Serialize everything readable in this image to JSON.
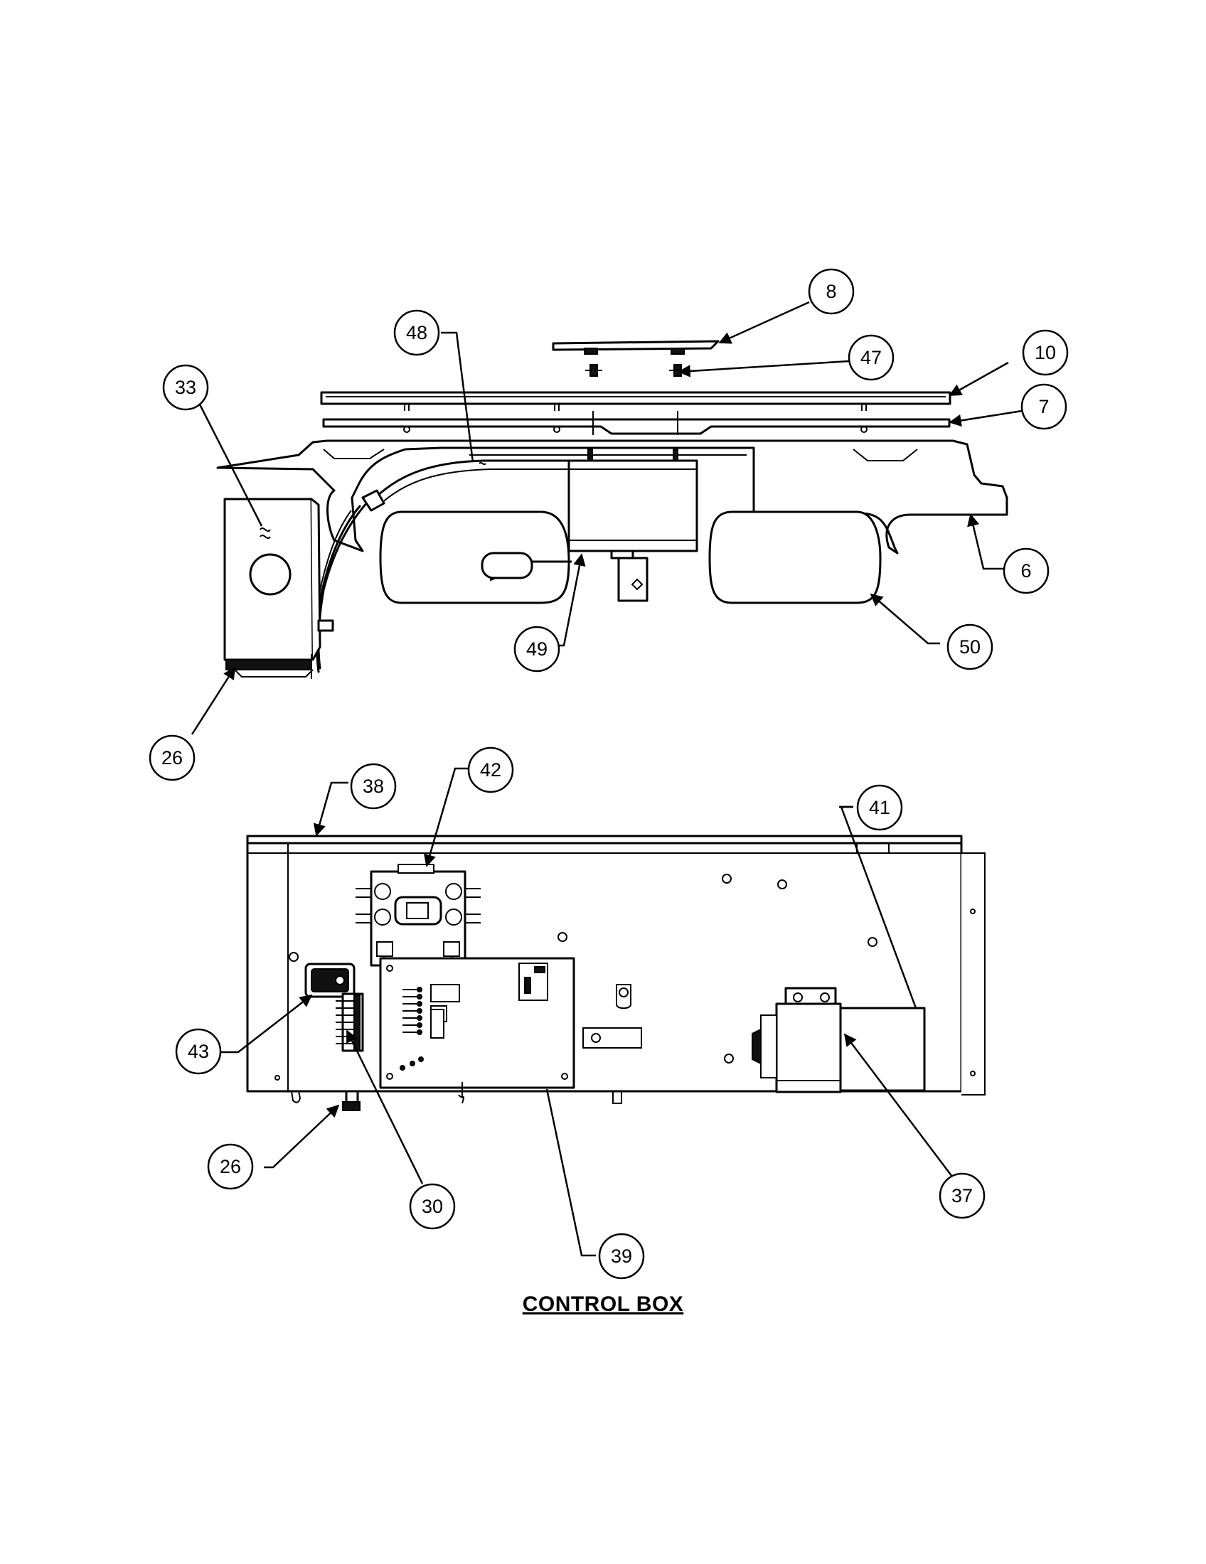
{
  "callouts": {
    "c8": "8",
    "c47": "47",
    "c48": "48",
    "c10": "10",
    "c7": "7",
    "c33": "33",
    "c6": "6",
    "c49": "49",
    "c50": "50",
    "c26a": "26",
    "c38": "38",
    "c42": "42",
    "c41": "41",
    "c43": "43",
    "c26b": "26",
    "c30": "30",
    "c37": "37",
    "c39": "39"
  },
  "title": "CONTROL BOX"
}
